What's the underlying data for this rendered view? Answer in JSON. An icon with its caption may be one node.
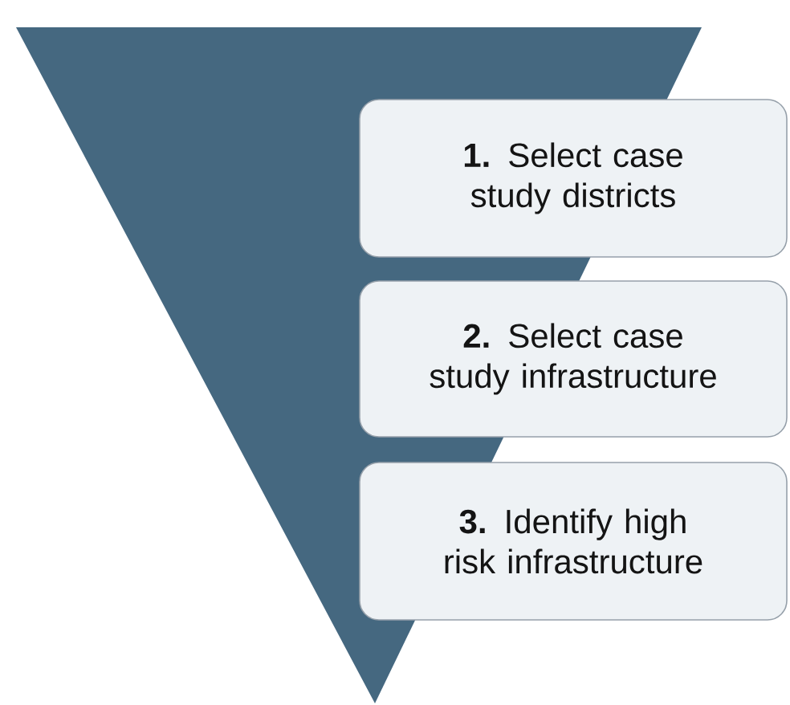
{
  "diagram": {
    "nodes": [
      {
        "text": [],
        "shape": "triangle"
      },
      {
        "text": [
          "**1.** Select case study districts"
        ]
      },
      {
        "text": [
          "**2.** Select case study infrastructure"
        ]
      },
      {
        "text": [
          "**3.** Identify high risk infrastructure"
        ]
      }
    ]
  }
}
